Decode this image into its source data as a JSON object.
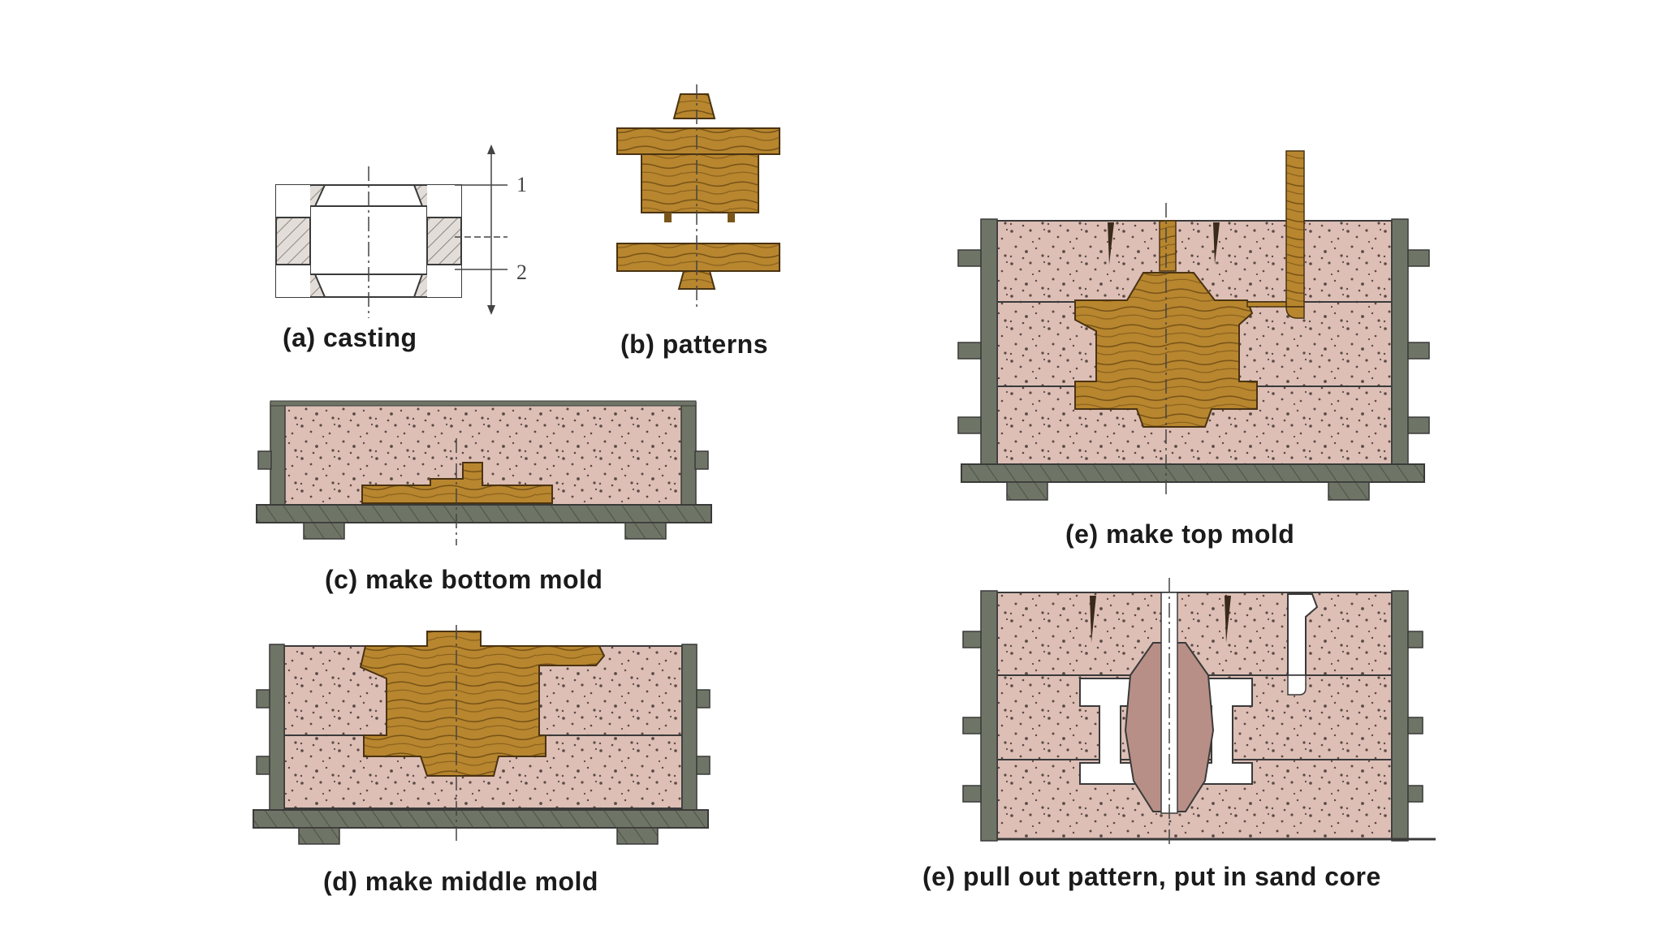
{
  "captions": {
    "a": "(a) casting",
    "b": "(b) patterns",
    "c": "(c) make bottom mold",
    "d": "(d) make middle mold",
    "e": "(e) make top mold",
    "f": "(e) pull out pattern, put in sand core"
  },
  "dimension_labels": {
    "one": "1",
    "two": "2"
  },
  "colors": {
    "sand": "#dcbcb4",
    "wood": "#b8862e",
    "flask": "#6f7566",
    "hatch": "#d9d4cf",
    "core": "#b88f86"
  }
}
